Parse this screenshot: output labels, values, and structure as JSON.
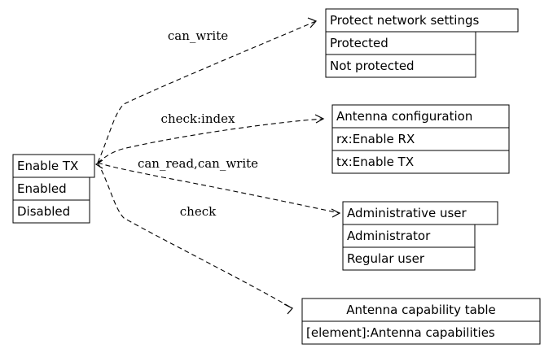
{
  "nodes": {
    "enable_tx": {
      "title": "Enable TX",
      "rows": [
        "Enabled",
        "Disabled"
      ]
    },
    "protect_network": {
      "title": "Protect network settings",
      "rows": [
        "Protected",
        "Not protected"
      ]
    },
    "antenna_config": {
      "title": "Antenna configuration",
      "rows": [
        "rx:Enable RX",
        "tx:Enable TX"
      ]
    },
    "admin_user": {
      "title": "Administrative user",
      "rows": [
        "Administrator",
        "Regular user"
      ]
    },
    "antenna_capability": {
      "title": "Antenna capability table",
      "rows": [
        "[element]:Antenna capabilities"
      ]
    }
  },
  "edges": {
    "to_protect_network": "can_write",
    "to_antenna_config": "check:index",
    "to_admin_user": "can_read,can_write",
    "to_antenna_capability": "check"
  }
}
